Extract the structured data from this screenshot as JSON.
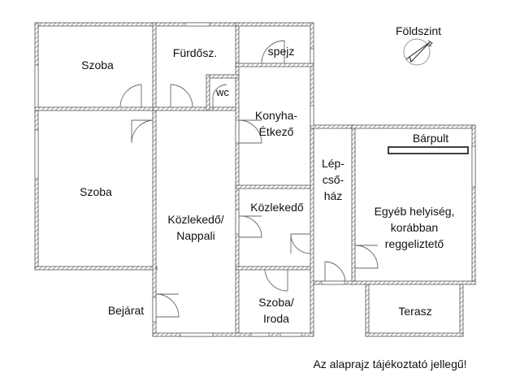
{
  "plan": {
    "level_title": "Földszint",
    "disclaimer": "Az alaprajz tájékoztató jellegű!",
    "entrance_label": "Bejárat",
    "bar_label": "Bárpult",
    "rooms": [
      {
        "id": "szoba-1",
        "lines": [
          "Szoba"
        ]
      },
      {
        "id": "furdoszoba",
        "lines": [
          "Fürdősz."
        ]
      },
      {
        "id": "spejz",
        "lines": [
          "spejz"
        ]
      },
      {
        "id": "wc",
        "lines": [
          "wc"
        ]
      },
      {
        "id": "konyha",
        "lines": [
          "Konyha-",
          "Étkező"
        ]
      },
      {
        "id": "szoba-2",
        "lines": [
          "Szoba"
        ]
      },
      {
        "id": "kozlekedo-nappali",
        "lines": [
          "Közlekedő/",
          "Nappali"
        ]
      },
      {
        "id": "kozlekedo",
        "lines": [
          "Közlekedő"
        ]
      },
      {
        "id": "lepcsohaz",
        "lines": [
          "Lép-",
          "cső-",
          "ház"
        ]
      },
      {
        "id": "egyeb",
        "lines": [
          "Egyéb helyiség,",
          "korábban",
          "reggeliztető"
        ]
      },
      {
        "id": "szoba-iroda",
        "lines": [
          "Szoba/",
          "Iroda"
        ]
      },
      {
        "id": "terasz",
        "lines": [
          "Terasz"
        ]
      }
    ]
  },
  "colors": {
    "wall": "#555555",
    "wall_hatch": "#9a9a9a",
    "text": "#111111"
  }
}
